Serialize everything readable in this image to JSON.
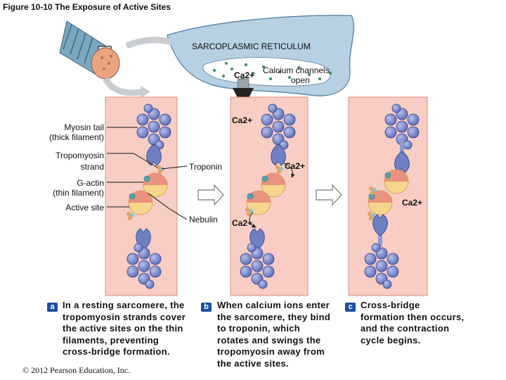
{
  "figure_title": "Figure 10-10 The Exposure of Active Sites",
  "labels": {
    "sr": "SARCOPLASMIC RETICULUM",
    "ca_channels_1": "Calcium channels",
    "ca_channels_2": "open",
    "ca_in_sr": "Ca2+",
    "ca_released": "Ca2+",
    "myosin_tail_1": "Myosin tail",
    "myosin_tail_2": "(thick filament)",
    "tropomyosin_1": "Tropomyosin",
    "tropomyosin_2": "strand",
    "gactin_1": "G-actin",
    "gactin_2": "(thin filament)",
    "active_site": "Active site",
    "troponin": "Troponin",
    "nebulin": "Nebulin",
    "ca_b_top": "Ca2+",
    "ca_b_bottom": "Ca2+",
    "ca_c": "Ca2+"
  },
  "panels": {
    "a": {
      "badge": "a",
      "lines": [
        "In a resting sarcomere, the",
        "tropomyosin strands cover",
        "the active sites on the thin",
        "filaments, preventing",
        "cross-bridge formation."
      ]
    },
    "b": {
      "badge": "b",
      "lines": [
        "When calcium ions enter",
        "the sarcomere, they bind",
        "to troponin, which",
        "rotates and swings the",
        "tropomyosin away from",
        "the active sites."
      ]
    },
    "c": {
      "badge": "c",
      "lines": [
        "Cross-bridge",
        "formation then occurs,",
        "and the contraction",
        "cycle begins."
      ]
    }
  },
  "copyright": "© 2012 Pearson Education, Inc.",
  "colors": {
    "panel_bg": "#f7cdc4",
    "panel_border": "#d98f86",
    "sr_fill": "#b7d0e2",
    "myosin_head": "#6f7fc4",
    "actin_yellow": "#f6d58c",
    "actin_red": "#e88b7a",
    "badge_blue": "#1e4fa0"
  }
}
